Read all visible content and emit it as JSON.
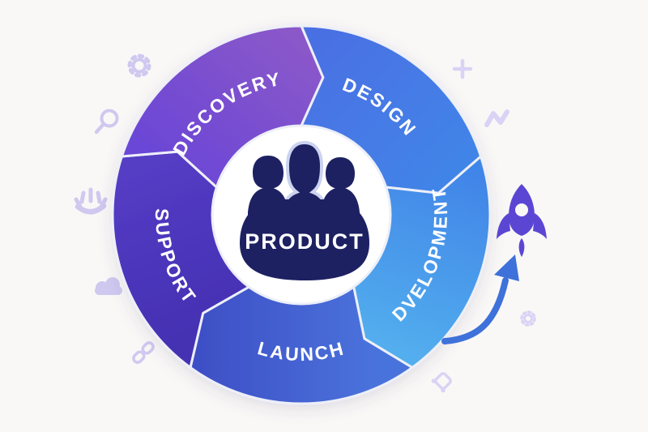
{
  "palette": {
    "background": "#faf8f6",
    "inner-circle": "#ffffff",
    "separator": "#edeff8",
    "people": "#1d2162",
    "people-gap": "#ccd3f0",
    "center-text": "#ffffff",
    "segment-text": "#ffffff",
    "rocket": "#5b46d4",
    "arrow": "#3e71da",
    "deco": "#cfc9f0",
    "deco-soft": "#d9d3f5"
  },
  "wheel": {
    "center_label": "PRODUCT",
    "flow_direction": "clockwise",
    "segments": [
      {
        "id": "discovery",
        "label": "DISCOVERY",
        "color_start": "#6b46d6",
        "color_end": "#8a58c9"
      },
      {
        "id": "design",
        "label": "DESIGN",
        "color_start": "#4a6fe3",
        "color_end": "#4185e8"
      },
      {
        "id": "development",
        "label": "DVELOPMENT",
        "color_start": "#4185e8",
        "color_end": "#54b1ee"
      },
      {
        "id": "launch",
        "label": "LAUNCH",
        "color_start": "#4a73dc",
        "color_end": "#3e50c6"
      },
      {
        "id": "support",
        "label": "SUPPORT",
        "color_start": "#4430b2",
        "color_end": "#543cc4"
      }
    ]
  },
  "icons": [
    "gear-icon",
    "search-icon",
    "hand-icon",
    "cloud-icon",
    "link-icon",
    "plus-icon",
    "zigzag-icon",
    "small-gear-icon",
    "sparkle-diamond-icon",
    "people-icon",
    "rocket-icon",
    "growth-arrow-icon"
  ]
}
